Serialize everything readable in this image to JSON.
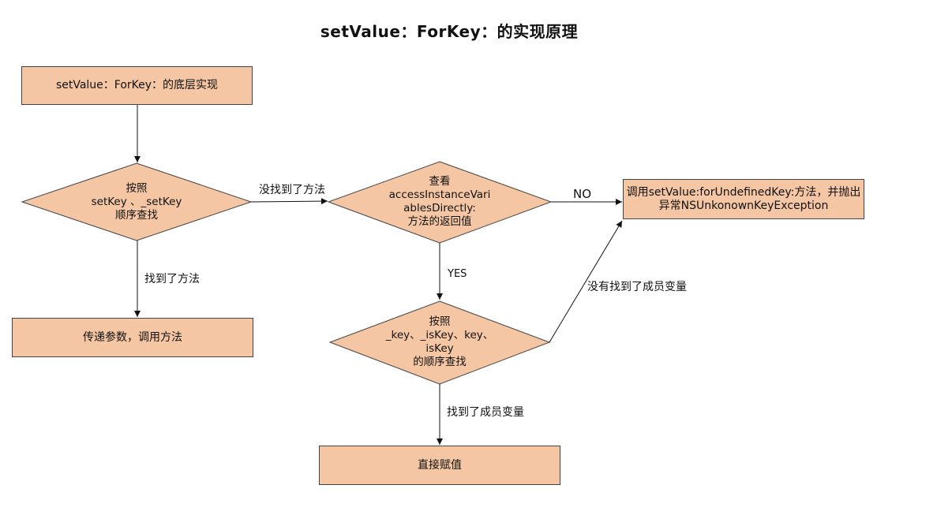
{
  "title": "setValue：ForKey：的实现原理",
  "nodes": {
    "start": "setValue：ForKey：的底层实现",
    "search_setters": [
      "按照",
      "setKey 、_setKey",
      "顺序查找"
    ],
    "pass_params": "传递参数，调用方法",
    "check_access": [
      "查看",
      "accessInstanceVari",
      "ablesDirectly:",
      "方法的返回值"
    ],
    "undefined_key": [
      "调用setValue:forUndefinedKey:方法，并抛出",
      "异常NSUnkonownKeyException"
    ],
    "search_ivars": [
      "按照",
      "_key、_isKey、key、",
      "isKey",
      "的顺序查找"
    ],
    "assign": "直接赋值"
  },
  "edges": {
    "setter_not_found": "没找到了方法",
    "no": "NO",
    "setter_found": "找到了方法",
    "yes": "YES",
    "ivar_not_found": "没有找到了成员变量",
    "ivar_found": "找到了成员变量"
  },
  "colors": {
    "node_fill": "#f4c6a4",
    "stroke": "#444444",
    "arrow": "#111111"
  }
}
